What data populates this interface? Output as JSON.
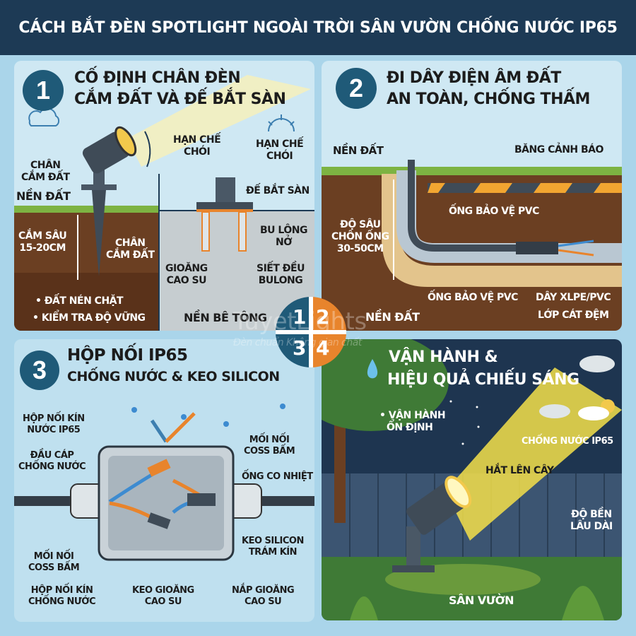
{
  "header": {
    "title": "CÁCH BẮT ĐÈN SPOTLIGHT NGOÀI TRỜI SÂN VƯỜN CHỐNG NƯỚC IP65"
  },
  "colors": {
    "header": "#1d3a55",
    "step_circle": "#1f5a78",
    "accent_orange": "#e8842c",
    "soil": "#6b3f22",
    "grass": "#7db342",
    "night_sky": "#1e3550",
    "beam": "#f5e04a"
  },
  "watermark": {
    "brand": "TuyetLights",
    "slogan": "Đèn chuẩn Không gian chất"
  },
  "center_badge": [
    "1",
    "2",
    "3",
    "4"
  ],
  "step1": {
    "number": "1",
    "title_line1": "CỐ ĐỊNH CHÂN ĐÈN",
    "title_line2": "CẮM ĐẤT VÀ ĐẾ BẮT SÀN",
    "glare1": [
      "HẠN CHẾ",
      "CHÓI"
    ],
    "glare2": [
      "HẠN CHẾ",
      "CHÓI"
    ],
    "stake_label": [
      "CHÂN",
      "CẮM ĐẤT"
    ],
    "ground": "NỀN ĐẤT",
    "depth": [
      "CẮM SÂU",
      "15-20CM"
    ],
    "stake_label2": [
      "CHÂN",
      "CẮM ĐẤT"
    ],
    "bullets": [
      "• ĐẤT NÉN CHẶT",
      "• KIỂM TRA ĐỘ VỮNG"
    ],
    "base": "ĐẾ BẮT SÀN",
    "bolt": [
      "BU LÔNG",
      "NỞ"
    ],
    "gasket": [
      "GIOĂNG",
      "CAO SU"
    ],
    "tighten": [
      "SIẾT ĐỀU",
      "BULONG"
    ],
    "concrete": "NỀN BÊ TÔNG",
    "icons": [
      "rain-cloud-icon",
      "sun-icon"
    ]
  },
  "step2": {
    "number": "2",
    "title_line1": "ĐI DÂY ĐIỆN ÂM ĐẤT",
    "title_line2": "AN TOÀN, CHỐNG THẤM",
    "ground_top": "NỀN ĐẤT",
    "tape": "BĂNG CẢNH BÁO",
    "pipe_top": "ỐNG BẢO VỆ PVC",
    "depth": [
      "ĐỘ SÂU",
      "CHÔN ỐNG",
      "30-50CM"
    ],
    "pipe_bottom": "ỐNG BẢO VỆ PVC",
    "cable": "DÂY XLPE/PVC",
    "sand": "LỚP CÁT ĐỆM",
    "ground_bottom": "NỀN ĐẤT"
  },
  "step3": {
    "number": "3",
    "title_line1": "HỘP NỐI IP65",
    "title_line2": "CHỐNG NƯỚC & KEO SILICON",
    "box_top": [
      "HỘP NỐI KÍN",
      "NƯỚC IP65"
    ],
    "gland": [
      "ĐẦU CÁP",
      "CHỐNG NƯỚC"
    ],
    "lug_top": [
      "MỐI NỐI",
      "COSS BẤM"
    ],
    "shrink": "ỐNG CO NHIỆT",
    "silicone": [
      "KEO SILICON",
      "TRÁM KÍN"
    ],
    "lug_bottom": [
      "MỐI NỐI",
      "COSS BẤM"
    ],
    "box_bottom": [
      "HỘP NỐI KÍN",
      "CHỐNG NƯỚC"
    ],
    "gasket_glue": [
      "KEO GIOĂNG",
      "CAO SU"
    ],
    "lid": [
      "NẮP GIOĂNG",
      "CAO SU"
    ]
  },
  "step4": {
    "number": "4",
    "title_line1": "VẬN HÀNH &",
    "title_line2": "HIỆU QUẢ CHIẾU SÁNG",
    "stable": [
      "• VẬN HÀNH",
      "ỔN ĐỊNH"
    ],
    "waterproof": "CHỐNG NƯỚC IP65",
    "uplight": "HẮT LÊN CÂY",
    "durable": [
      "ĐỘ BỀN",
      "LÂU DÀI"
    ],
    "garden": "SÂN VƯỜN",
    "icons": [
      "water-drop-icon",
      "rain-cloud-icon",
      "sun-cloud-icon"
    ]
  }
}
